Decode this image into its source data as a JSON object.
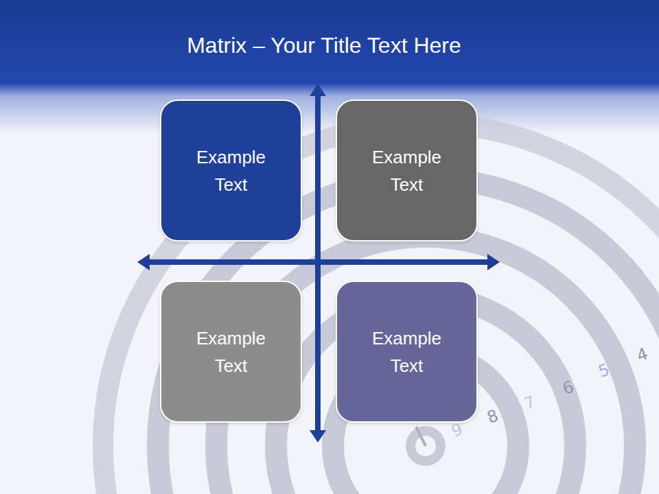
{
  "diagram": {
    "title": "Matrix – Your Title Text Here",
    "nodes": [
      {
        "text": [
          "Example Text"
        ]
      },
      {
        "text": [
          "Example Text"
        ]
      },
      {
        "text": [
          "Example Text"
        ]
      },
      {
        "text": [
          "Example Text"
        ]
      }
    ],
    "labels": [
      "4",
      "5",
      "6",
      "7",
      "8",
      "9"
    ]
  }
}
